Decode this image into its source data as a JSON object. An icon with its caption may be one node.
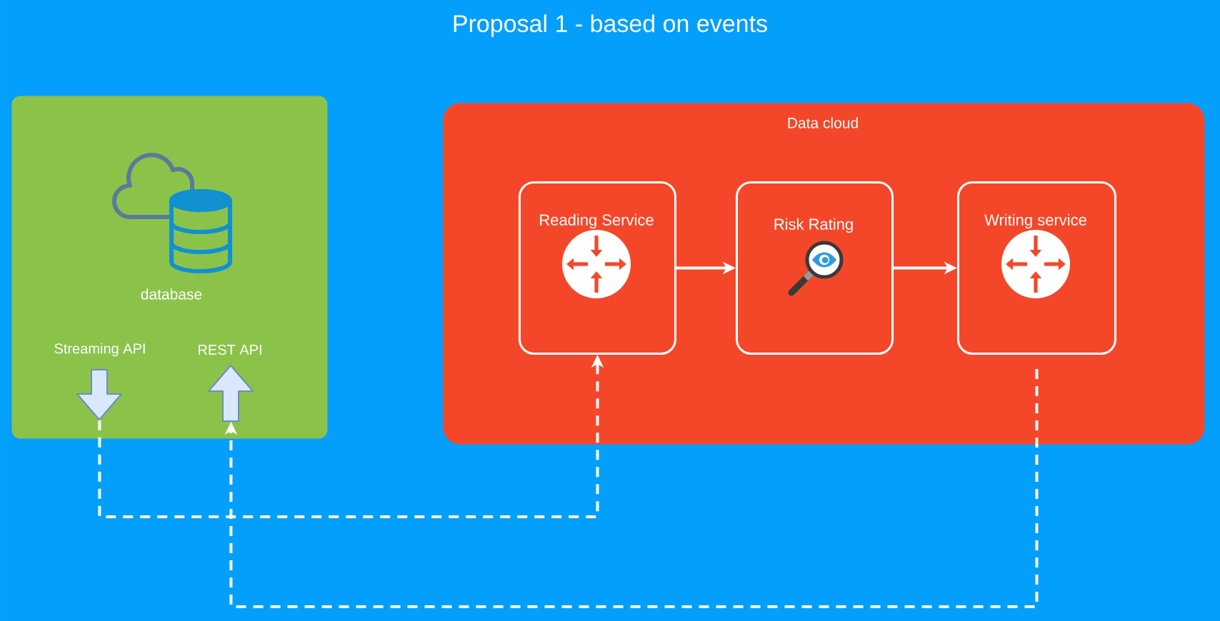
{
  "diagram": {
    "title": "Proposal 1 - based on events",
    "nodes": [
      {
        "text": [
          "database"
        ]
      },
      {
        "text": [
          "Streaming API"
        ],
        "in": 0
      },
      {
        "text": [
          "REST API"
        ],
        "in": 0
      },
      {
        "text": [
          "Data cloud"
        ]
      },
      {
        "text": [
          "Reading Service"
        ],
        "in": 3
      },
      {
        "text": [
          "Risk Rating"
        ],
        "in": 3
      },
      {
        "text": [
          "Writing service"
        ],
        "in": 3
      }
    ],
    "edges": [
      {
        "from": 4,
        "to": 5,
        "arrow": "to"
      },
      {
        "from": 5,
        "to": 6,
        "arrow": "to"
      },
      {
        "from": 1,
        "to": 4,
        "arrow": "to",
        "style": "dashed"
      },
      {
        "from": 6,
        "to": 2,
        "arrow": "to",
        "style": "dashed"
      }
    ]
  }
}
